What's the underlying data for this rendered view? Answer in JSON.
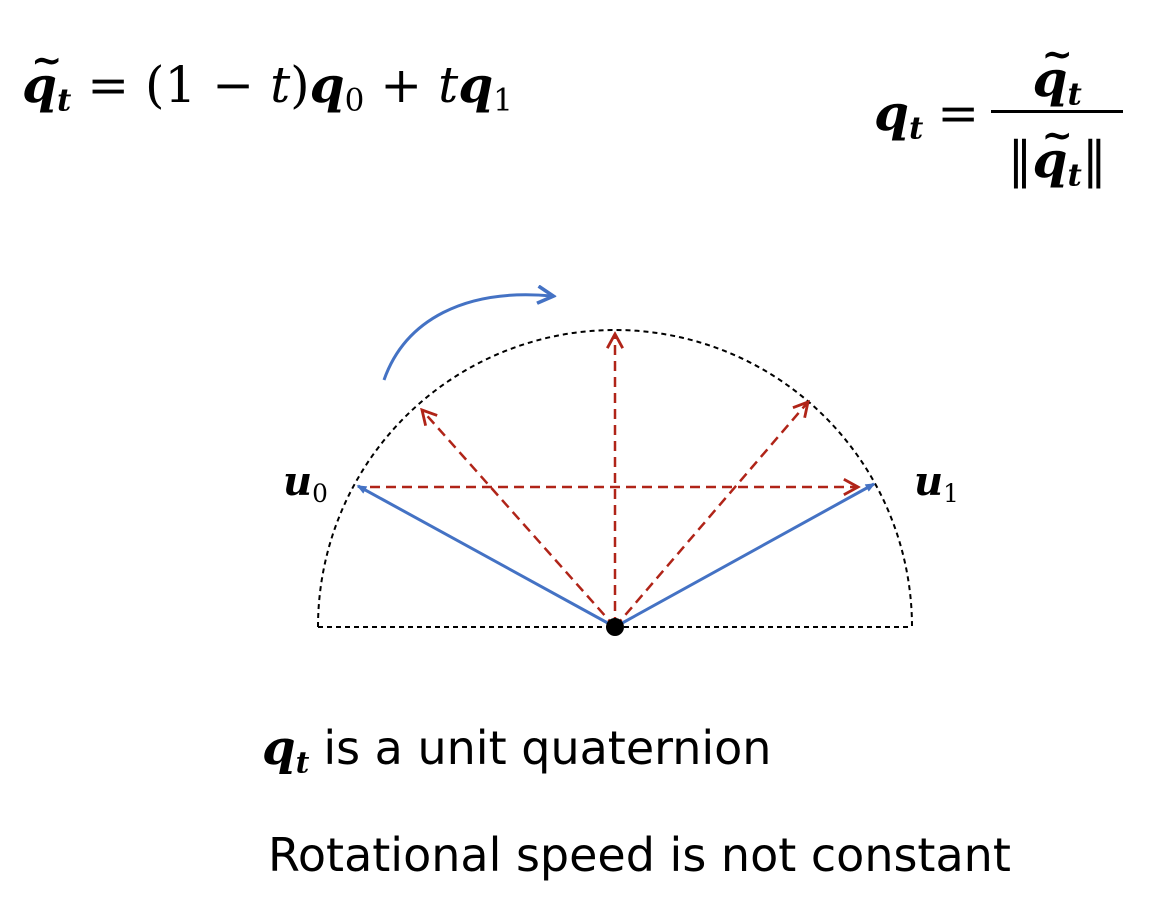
{
  "equations": {
    "lerp": {
      "lhs_symbol": "q",
      "lhs_sub": "t",
      "tilde": "~",
      "equals": "=",
      "open": "(1",
      "minus": "−",
      "t1": "t",
      "close": ")",
      "q0_symbol": "q",
      "q0_sub": "0",
      "plus": "+",
      "t2": "t",
      "q1_symbol": "q",
      "q1_sub": "1"
    },
    "normalize": {
      "lhs_symbol": "q",
      "lhs_sub": "t",
      "equals": "=",
      "num_symbol": "q",
      "num_sub": "t",
      "tilde": "~",
      "den_open": "‖",
      "den_symbol": "q",
      "den_sub": "t",
      "den_close": "‖"
    }
  },
  "diagram": {
    "labels": {
      "u0_symbol": "u",
      "u0_sub": "0",
      "u1_symbol": "u",
      "u1_sub": "1"
    },
    "colors": {
      "blue": "#4472C4",
      "red": "#B02418",
      "outline": "#000000"
    }
  },
  "captions": {
    "unit_symbol": "q",
    "unit_sub": "t",
    "unit_text": "is a unit quaternion",
    "speed_text": "Rotational speed is not constant"
  }
}
